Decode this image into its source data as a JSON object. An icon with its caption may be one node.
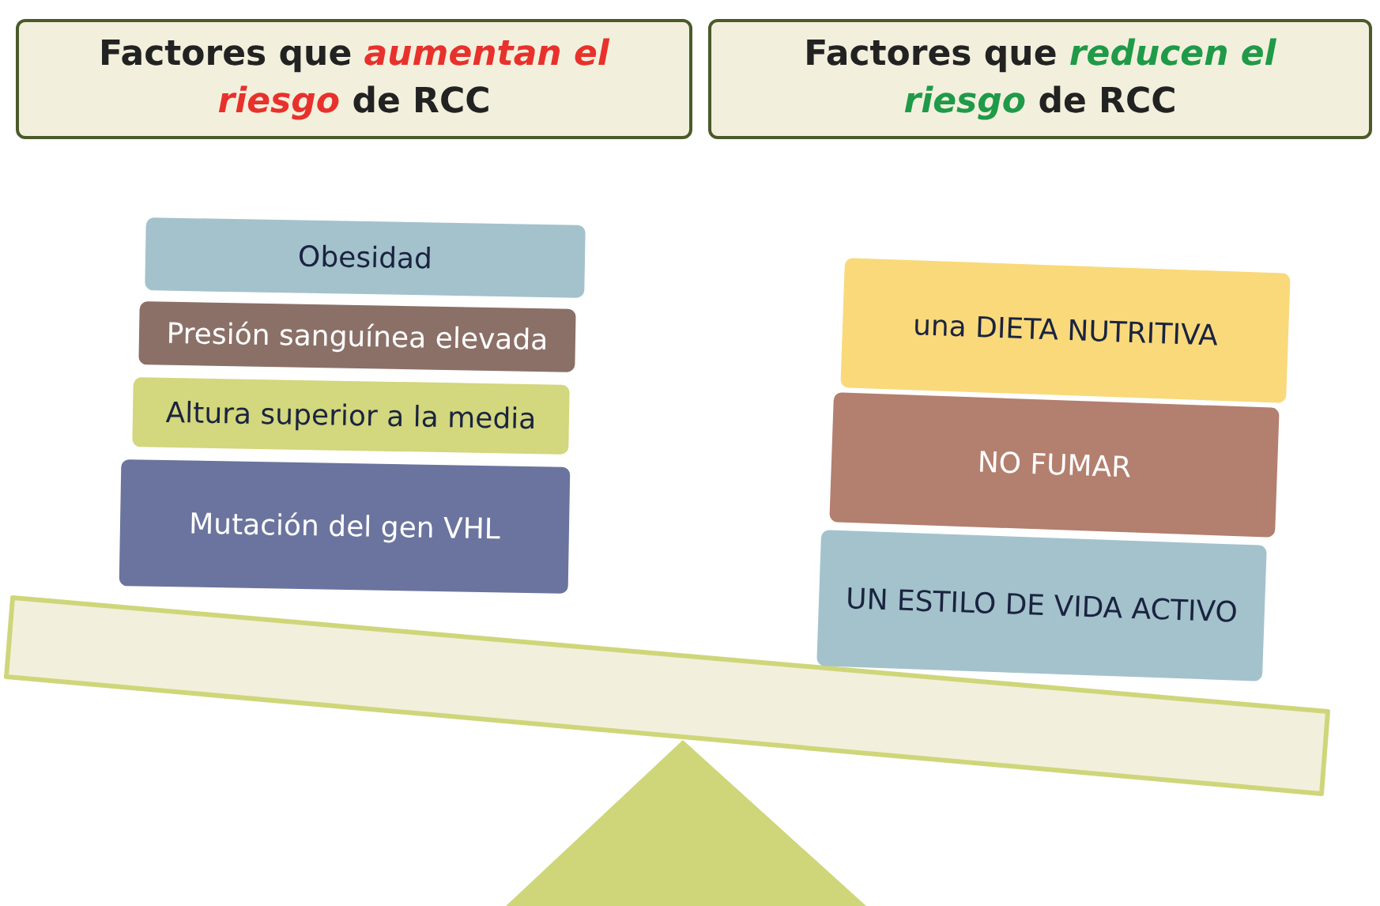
{
  "diagram": {
    "nodes": [
      {
        "text": [
          "Factores que *aumentan el riesgo* de RCC"
        ]
      },
      {
        "text": [
          "Factores que *reducen el riesgo* de RCC"
        ]
      },
      {
        "text": [
          "Obesidad"
        ]
      },
      {
        "text": [
          "Presión sanguínea elevada"
        ]
      },
      {
        "text": [
          "Altura superior a la media"
        ]
      },
      {
        "text": [
          "Mutación del gen VHL"
        ]
      },
      {
        "text": [
          "una DIETA NUTRITIVA"
        ]
      },
      {
        "text": [
          "NO FUMAR"
        ]
      },
      {
        "text": [
          "UN ESTILO DE VIDA ACTIVO"
        ]
      }
    ]
  }
}
